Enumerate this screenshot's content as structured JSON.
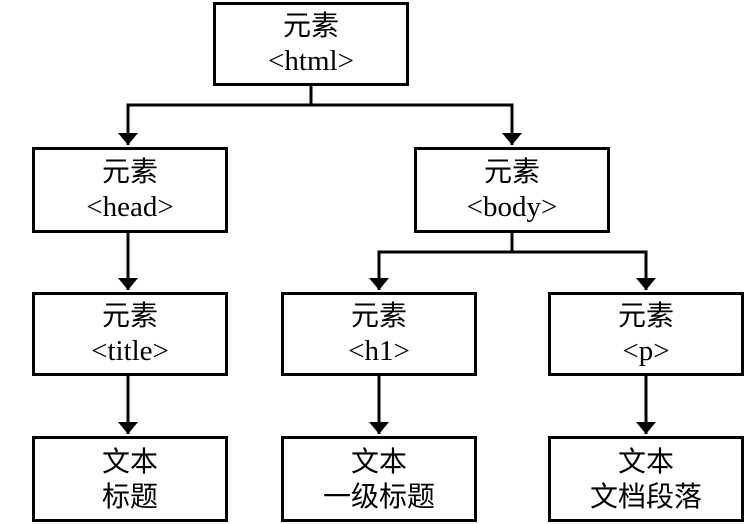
{
  "nodes": {
    "html": {
      "line1": "元素",
      "line2": "<html>"
    },
    "head": {
      "line1": "元素",
      "line2": "<head>"
    },
    "body": {
      "line1": "元素",
      "line2": "<body>"
    },
    "title": {
      "line1": "元素",
      "line2": "<title>"
    },
    "h1": {
      "line1": "元素",
      "line2": "<h1>"
    },
    "p": {
      "line1": "元素",
      "line2": "<p>"
    },
    "text_title": {
      "line1": "文本",
      "line2": "标题"
    },
    "text_h1": {
      "line1": "文本",
      "line2": "一级标题"
    },
    "text_p": {
      "line1": "文本",
      "line2": "文档段落"
    }
  },
  "edges": [
    {
      "from": "html",
      "to": "head"
    },
    {
      "from": "html",
      "to": "body"
    },
    {
      "from": "head",
      "to": "title"
    },
    {
      "from": "body",
      "to": "h1"
    },
    {
      "from": "body",
      "to": "p"
    },
    {
      "from": "title",
      "to": "text_title"
    },
    {
      "from": "h1",
      "to": "text_h1"
    },
    {
      "from": "p",
      "to": "text_p"
    }
  ],
  "colors": {
    "stroke": "#000000",
    "background": "#ffffff"
  }
}
